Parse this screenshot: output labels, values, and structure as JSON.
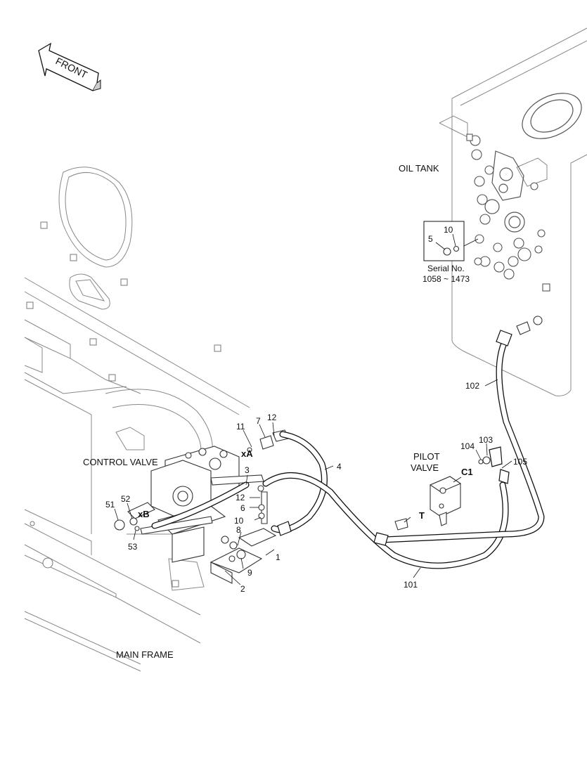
{
  "labels": {
    "front": "FRONT",
    "oil_tank": "OIL TANK",
    "control_valve": "CONTROL VALVE",
    "main_frame": "MAIN FRAME",
    "pilot_valve_line1": "PILOT",
    "pilot_valve_line2": "VALVE",
    "serial_line1": "Serial No.",
    "serial_line2": "1058 ~ 1473"
  },
  "ports": {
    "xA": "xA",
    "xB": "xB",
    "C1": "C1",
    "T": "T"
  },
  "callouts": {
    "c1": "1",
    "c2": "2",
    "c3": "3",
    "c4": "4",
    "c5": "5",
    "c6": "6",
    "c7": "7",
    "c8": "8",
    "c9": "9",
    "c10_inset": "10",
    "c10_valve": "10",
    "c11": "11",
    "c12_top": "12",
    "c12_mid": "12",
    "c51": "51",
    "c52": "52",
    "c53": "53",
    "c101": "101",
    "c102": "102",
    "c103": "103",
    "c104": "104",
    "c105": "105"
  }
}
